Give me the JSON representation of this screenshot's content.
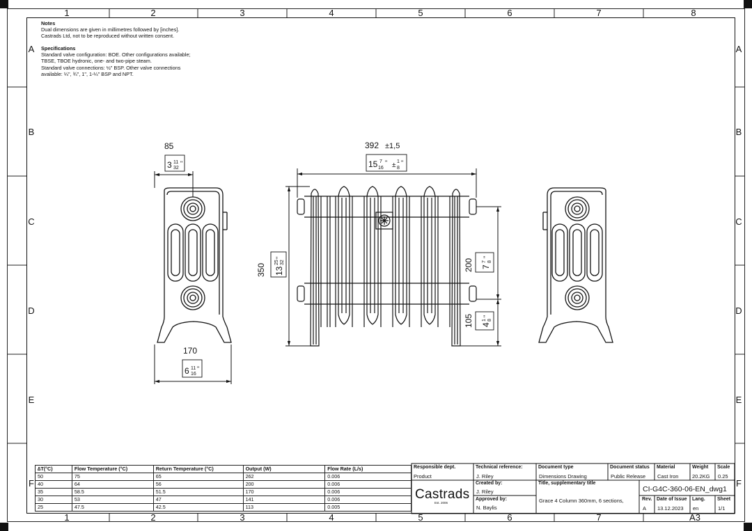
{
  "columns": [
    "1",
    "2",
    "3",
    "4",
    "5",
    "6",
    "7",
    "8"
  ],
  "rows": [
    "A",
    "B",
    "C",
    "D",
    "E",
    "F"
  ],
  "notes": {
    "heading": "Notes",
    "line1": "Dual dimensions are given in millimetres followed by [inches].",
    "line2": "Castrads Ltd, not to be reproduced without written consent."
  },
  "specifications": {
    "heading": "Specifications",
    "line1": "Standard valve configuration: BOE. Other configurations available;",
    "line2": "TBSE, TBOE hydronic, one- and two-pipe steam.",
    "line3": "Standard valve connections: ½\" BSP. Other valve connections",
    "line4": "available: ¼\", ¾\", 1\", 1-¼\" BSP and NPT."
  },
  "dimensions": {
    "side_depth_mm": "85",
    "side_depth_in_whole": "3",
    "side_depth_in_num": "11",
    "side_depth_in_den": "32",
    "side_foot_mm": "170",
    "side_foot_in_whole": "6",
    "side_foot_in_num": "11",
    "side_foot_in_den": "16",
    "length_mm": "392",
    "length_tol_mm": "±1,5",
    "length_in_whole": "15",
    "length_in_num": "7",
    "length_in_den": "16",
    "length_tol_in": "±",
    "length_tol_in_num": "1",
    "length_tol_in_den": "8",
    "height_mm": "350",
    "height_in_whole": "13",
    "height_in_num": "25",
    "height_in_den": "32",
    "centres_mm": "200",
    "centres_in_whole": "7",
    "centres_in_num": "7",
    "centres_in_den": "8",
    "floor_mm": "105",
    "floor_in_whole": "4",
    "floor_in_num": "1",
    "floor_in_den": "8",
    "inch_mark": "\""
  },
  "flow_table": {
    "headers": [
      "∆T(°C)",
      "Flow Temperature (°C)",
      "Return Temperature (°C)",
      "Output (W)",
      "Flow Rate (L/s)"
    ],
    "rows": [
      [
        "50",
        "75",
        "65",
        "262",
        "0.006"
      ],
      [
        "40",
        "64",
        "56",
        "200",
        "0.006"
      ],
      [
        "35",
        "58.5",
        "51.5",
        "170",
        "0.006"
      ],
      [
        "30",
        "53",
        "47",
        "141",
        "0.006"
      ],
      [
        "25",
        "47.5",
        "42.5",
        "113",
        "0.005"
      ]
    ]
  },
  "title_block": {
    "responsible_dept_label": "Responsible dept.",
    "responsible_dept": "Product",
    "logo": "Castrads",
    "logo_est": "Est. 2006",
    "technical_reference_label": "Technical reference:",
    "technical_reference": "J. Riley",
    "created_by_label": "Created by:",
    "created_by": "J. Riley",
    "approved_by_label": "Approved by:",
    "approved_by": "N. Baylis",
    "document_type_label": "Document type",
    "document_type": "Dimensions Drawing",
    "document_status_label": "Document status",
    "document_status": "Public Release",
    "material_label": "Material",
    "material": "Cast Iron",
    "weight_label": "Weight",
    "weight": "20.2KG",
    "scale_label": "Scale",
    "scale": "0.25",
    "title_label": "Title, supplementary title",
    "title": "Grace 4 Column 360mm, 6 sections,",
    "doc_number": "CI-G4C-360-06-EN_dwg1",
    "rev_label": "Rev.",
    "rev": "A",
    "date_label": "Date of Issue",
    "date": "13.12.2023",
    "lang_label": "Lang.",
    "lang": "en",
    "sheet_label": "Sheet",
    "sheet": "1/1",
    "paper_size": "A3"
  }
}
